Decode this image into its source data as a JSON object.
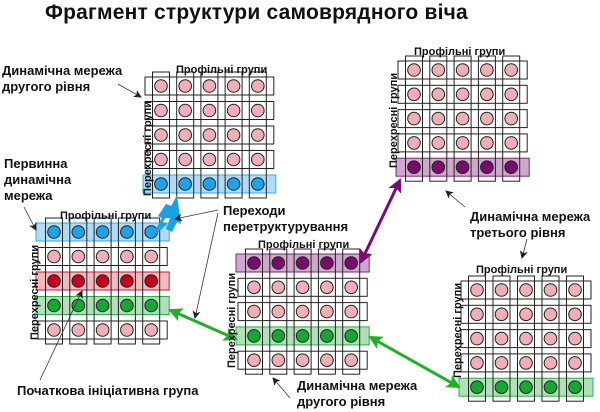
{
  "title": "Фрагмент структури самоврядного віча",
  "axis_labels": {
    "columns": "Профільні групи",
    "rows": "Перехресні групи"
  },
  "annotations": {
    "second_level_top": [
      "Динамічна мережа",
      "другого рівня"
    ],
    "primary": [
      "Первинна",
      "динамічна",
      "мережа"
    ],
    "transitions": [
      "Переходи",
      "перетруктурування"
    ],
    "third_level": [
      "Динамічна мережа",
      "третього рівня"
    ],
    "second_level_bottom": [
      "Динамічна мережа",
      "другого рівня"
    ],
    "initial_group": "Початкова ініціативна група"
  },
  "colors": {
    "pink": "#f2aeb4",
    "blue": "#1fa3e8",
    "blue_band": "#a9d8f5",
    "red": "#c8001e",
    "red_band": "#f2b3b8",
    "green": "#14a832",
    "green_band": "#a9dcb0",
    "purple": "#7a0a6e",
    "purple_band": "#c9a0c6",
    "arrow_blue": "#1aa0e6",
    "arrow_purple": "#7a0a7a",
    "arrow_green": "#22b022"
  },
  "grids": [
    {
      "id": "second-level-top",
      "rows": [
        "pink",
        "pink",
        "pink",
        "pink",
        "blue"
      ]
    },
    {
      "id": "primary",
      "rows": [
        "blue",
        "pink",
        "red",
        "green",
        "pink"
      ]
    },
    {
      "id": "second-level-middle",
      "rows": [
        "purple",
        "pink",
        "pink",
        "green",
        "pink"
      ]
    },
    {
      "id": "third-level",
      "rows": [
        "pink",
        "pink",
        "pink",
        "pink",
        "purple"
      ]
    },
    {
      "id": "third-level-bottom",
      "rows": [
        "pink",
        "pink",
        "pink",
        "pink",
        "green"
      ]
    }
  ],
  "columns_per_grid": 5
}
